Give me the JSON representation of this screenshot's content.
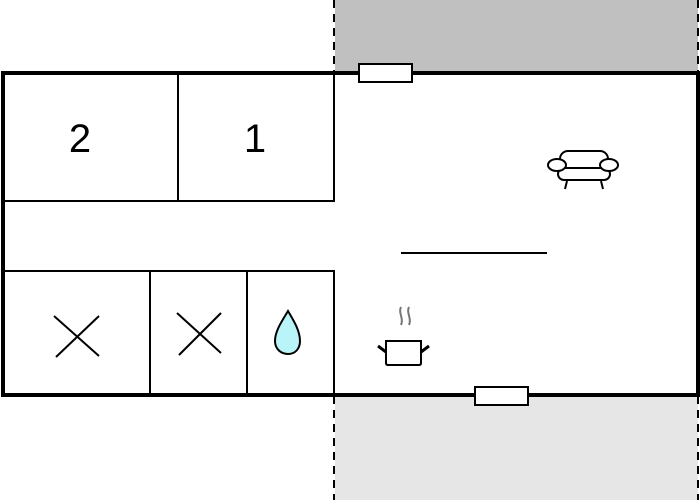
{
  "floorplan": {
    "rooms": [
      {
        "id": "bedroom-2",
        "type": "bedroom",
        "label": "2"
      },
      {
        "id": "bedroom-1",
        "type": "bedroom",
        "label": "1"
      },
      {
        "id": "toilet-1",
        "type": "toilet",
        "symbol": "cross"
      },
      {
        "id": "toilet-2",
        "type": "toilet",
        "symbol": "cross"
      },
      {
        "id": "shower",
        "type": "bathroom",
        "symbol": "water-drop"
      },
      {
        "id": "living-kitchen",
        "type": "living-room-with-kitchen",
        "symbols": [
          "sofa",
          "cooking-pot"
        ]
      }
    ],
    "outdoor": [
      {
        "id": "terrace-top",
        "type": "terrace",
        "shade": "dark"
      },
      {
        "id": "terrace-bottom",
        "type": "terrace",
        "shade": "light"
      }
    ],
    "doors": [
      {
        "id": "door-top",
        "location": "top-wall"
      },
      {
        "id": "door-bottom",
        "location": "bottom-wall"
      }
    ],
    "colors": {
      "wall": "#000000",
      "terrace_dark": "#c0c0c0",
      "terrace_light": "#e6e6e6",
      "water": "#b8f4f8",
      "steam": "#777777"
    }
  }
}
